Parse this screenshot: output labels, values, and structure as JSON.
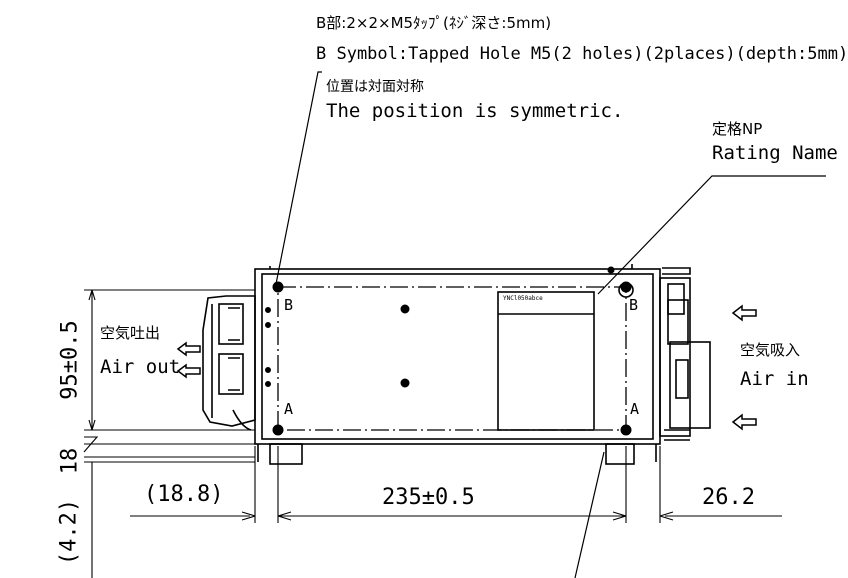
{
  "annotations": {
    "b_part_jp": "B部:2×2×M5ﾀｯﾌﾟ(ﾈｼﾞ深さ:5mm)",
    "b_symbol_en": "B Symbol:Tapped Hole M5(2 holes)(2places)(depth:5mm)",
    "position_jp": "位置は対面対称",
    "position_en": "The position is symmetric.",
    "rating_jp": "定格NP",
    "rating_en": "Rating Name",
    "air_out_jp": "空気吐出",
    "air_out_en": "Air out",
    "air_in_jp": "空気吸入",
    "air_in_en": "Air in",
    "nameplate_text": "YNCl050abce"
  },
  "labels": {
    "b_left": "B",
    "b_right": "B",
    "a_left": "A",
    "a_right": "A"
  },
  "dimensions": {
    "height": "95±0.5",
    "foot": "18",
    "offset_bottom": "(4.2)",
    "left_offset": "(18.8)",
    "width": "235±0.5",
    "right_offset": "26.2"
  }
}
